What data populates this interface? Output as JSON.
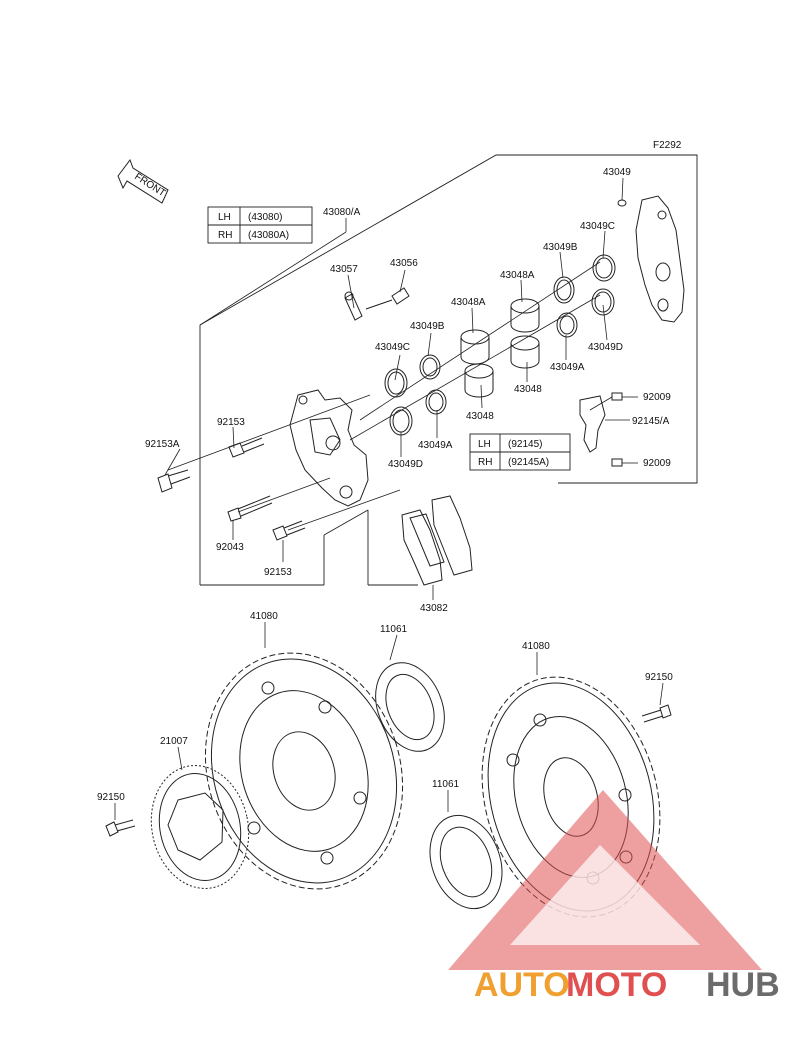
{
  "figure_code": "F2292",
  "front_label": "FRONT",
  "tables": {
    "caliper": {
      "rows": [
        {
          "side": "LH",
          "code": "(43080)"
        },
        {
          "side": "RH",
          "code": "(43080A)"
        }
      ]
    },
    "bracket": {
      "rows": [
        {
          "side": "LH",
          "code": "(92145)"
        },
        {
          "side": "RH",
          "code": "(92145A)"
        }
      ]
    }
  },
  "labels": {
    "caliper_assy": "43080/A",
    "bleeder_cap": "43057",
    "bleeder_valve": "43056",
    "seal_c_left": "43049C",
    "seal_b_left": "43049B",
    "piston_a_left": "43048A",
    "seal_b_right": "43049B",
    "piston_a_right": "43048A",
    "seal_c_right": "43049C",
    "oring_top": "43049",
    "seal_d_right": "43049D",
    "piston_right": "43048",
    "seal_a_right": "43049A",
    "piston_left": "43048",
    "seal_a_left": "43049A",
    "seal_d_left": "43049D",
    "bolt_upper": "92153",
    "bolt_a": "92153A",
    "pin": "92043",
    "bolt_lower": "92153",
    "screw_top": "92009",
    "bracket": "92145/A",
    "screw_bottom": "92009",
    "pads": "43082",
    "disc_left": "41080",
    "gasket_left": "11061",
    "disc_right": "41080",
    "screw_right": "92150",
    "sensor_ring": "21007",
    "screw_left": "92150",
    "gasket_right": "11061"
  },
  "watermark": {
    "part1": "AUTO",
    "part2": "MOTO",
    "part3": "HUB",
    "color_red": "#e05050",
    "color_orange": "#f0a030",
    "color_gray": "#6b6b6b"
  }
}
